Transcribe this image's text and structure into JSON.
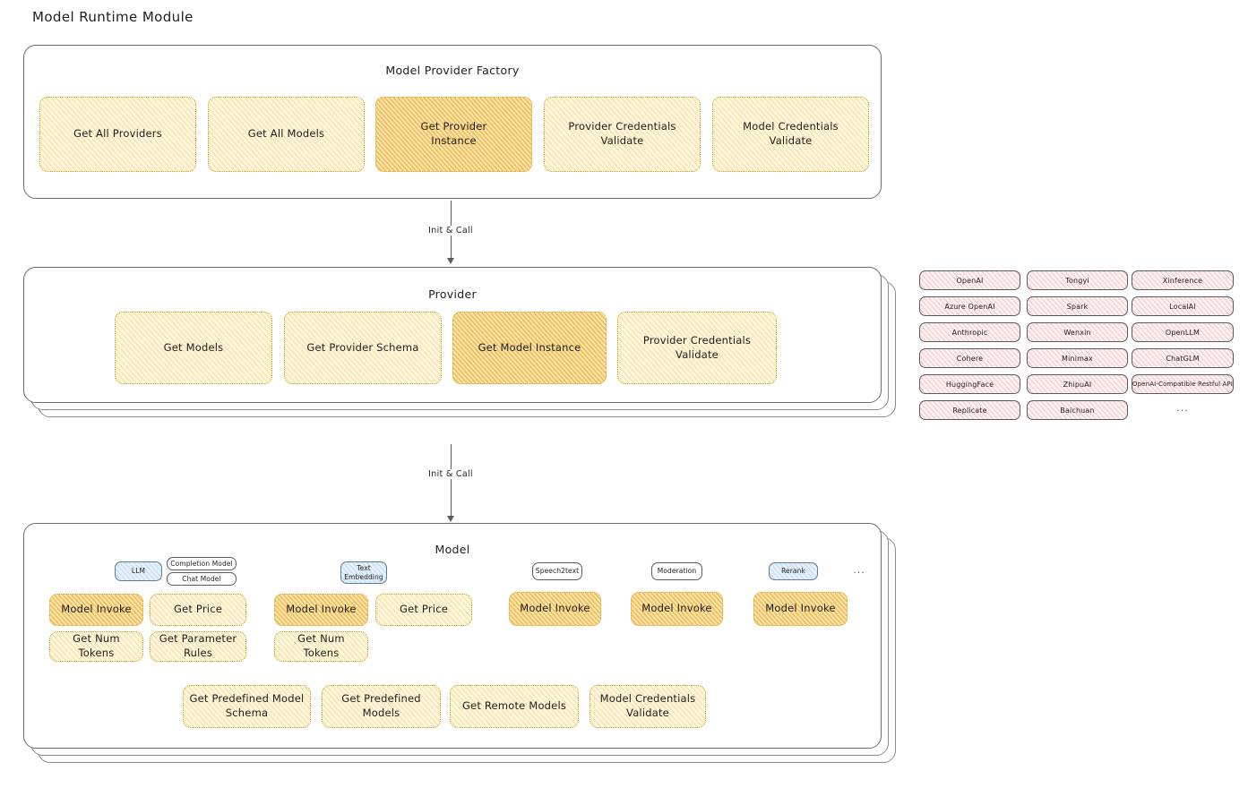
{
  "diagram": {
    "title": "Model Runtime Module",
    "type": "architecture-diagram"
  },
  "factory_panel": {
    "title": "Model Provider Factory",
    "boxes": [
      {
        "label": "Get All Providers",
        "highlighted": false
      },
      {
        "label": "Get All Models",
        "highlighted": false
      },
      {
        "label": "Get Provider\nInstance",
        "highlighted": true
      },
      {
        "label": "Provider Credentials\nValidate",
        "highlighted": false
      },
      {
        "label": "Model Credentials\nValidate",
        "highlighted": false
      }
    ]
  },
  "connector_1": {
    "label": "Init & Call"
  },
  "provider_panel": {
    "title": "Provider",
    "stack_layers": 2,
    "boxes": [
      {
        "label": "Get Models",
        "highlighted": false
      },
      {
        "label": "Get Provider Schema",
        "highlighted": false
      },
      {
        "label": "Get Model Instance",
        "highlighted": true
      },
      {
        "label": "Provider Credentials\nValidate",
        "highlighted": false
      }
    ]
  },
  "connector_2": {
    "label": "Init & Call"
  },
  "provider_list": {
    "more_indicator": "...",
    "columns": [
      {
        "items": [
          "OpenAI",
          "Azure OpenAI",
          "Anthropic",
          "Cohere",
          "HuggingFace",
          "Replicate"
        ]
      },
      {
        "items": [
          "Tongyi",
          "Spark",
          "Wenxin",
          "Minimax",
          "ZhipuAI",
          "Baichuan"
        ]
      },
      {
        "items": [
          "Xinference",
          "LocalAI",
          "OpenLLM",
          "ChatGLM",
          "OpenAI-Compatible Restful API"
        ]
      }
    ]
  },
  "model_panel": {
    "title": "Model",
    "stack_layers": 2,
    "more_indicator": "...",
    "model_types": [
      {
        "name": "LLM",
        "blue": true,
        "subtypes": [
          "Completion Model",
          "Chat Model"
        ],
        "methods": [
          {
            "label": "Model Invoke",
            "highlighted": true
          },
          {
            "label": "Get Price",
            "highlighted": false
          },
          {
            "label": "Get Num Tokens",
            "highlighted": false
          },
          {
            "label": "Get Parameter\nRules",
            "highlighted": false
          }
        ]
      },
      {
        "name": "Text\nEmbedding",
        "blue": true,
        "subtypes": [],
        "methods": [
          {
            "label": "Model Invoke",
            "highlighted": true
          },
          {
            "label": "Get Price",
            "highlighted": false
          },
          {
            "label": "Get Num Tokens",
            "highlighted": false
          }
        ]
      },
      {
        "name": "Speech2text",
        "blue": false,
        "subtypes": [],
        "methods": [
          {
            "label": "Model Invoke",
            "highlighted": true
          }
        ]
      },
      {
        "name": "Moderation",
        "blue": false,
        "subtypes": [],
        "methods": [
          {
            "label": "Model Invoke",
            "highlighted": true
          }
        ]
      },
      {
        "name": "Rerank",
        "blue": true,
        "subtypes": [],
        "methods": [
          {
            "label": "Model Invoke",
            "highlighted": true
          }
        ]
      }
    ],
    "shared_methods": [
      {
        "label": "Get Predefined Model\nSchema"
      },
      {
        "label": "Get Predefined\nModels"
      },
      {
        "label": "Get Remote Models"
      },
      {
        "label": "Model Credentials\nValidate"
      }
    ]
  },
  "colors": {
    "box_fill_light": "#fdf6e0",
    "box_fill_strong": "#fbe3ae",
    "box_border": "#c9a227",
    "provider_chip_fill": "#fdf0f0",
    "model_chip_blue": "#e6f1fb",
    "panel_border": "#6b6b6b",
    "text": "#1e1e1e"
  }
}
